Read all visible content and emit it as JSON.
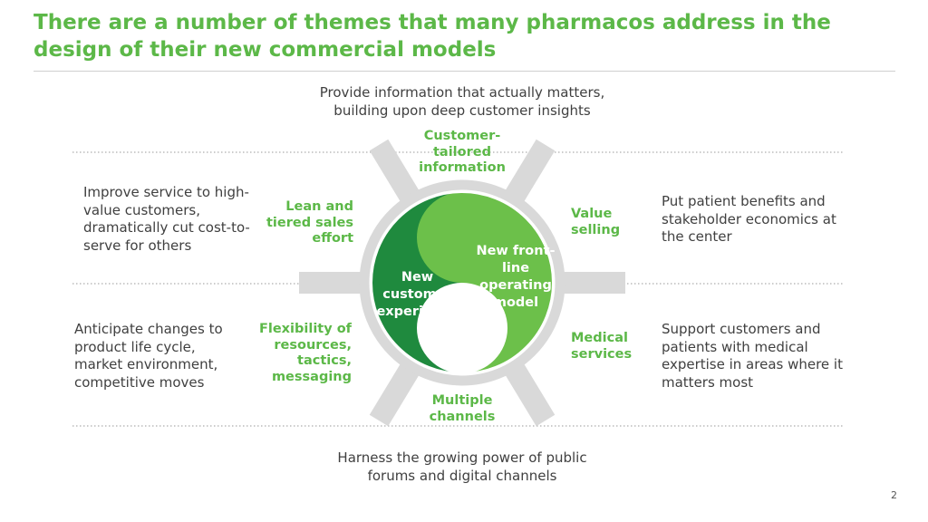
{
  "slide": {
    "title": "There are a number of themes that many pharmacos address in the design of their new commercial models",
    "page_number": "2"
  },
  "diagram": {
    "core": {
      "left_label": "New customer experience",
      "right_label": "New front-line operating model"
    },
    "themes": {
      "top": "Customer-tailored information",
      "upper_left": "Lean and tiered sales effort",
      "upper_right": "Value selling",
      "lower_left": "Flexibility of resources, tactics, messaging",
      "lower_right": "Medical services",
      "bottom": "Multiple channels"
    },
    "descriptions": {
      "top": "Provide information that actually matters, building upon deep customer insights",
      "upper_left": "Improve service to high-value customers, dramatically cut cost-to-serve for  others",
      "upper_right": "Put patient benefits and stakeholder economics at the center",
      "lower_left": "Anticipate changes to product life cycle, market environment, competitive moves",
      "lower_right": "Support customers and patients with medical expertise in areas where it matters most",
      "bottom": "Harness the growing power of public forums and digital channels"
    },
    "colors": {
      "dark_green": "#1f8a3e",
      "light_green": "#6cc04a",
      "title_green": "#5cb848",
      "ring_gray": "#d9d9d9"
    }
  }
}
